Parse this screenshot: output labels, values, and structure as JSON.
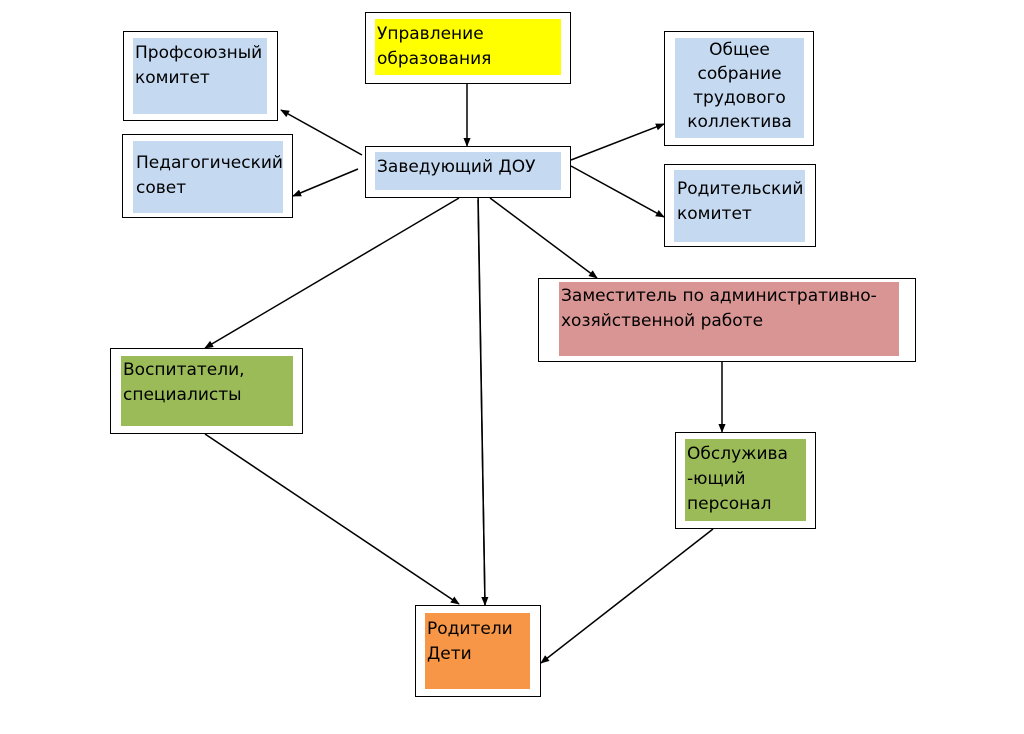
{
  "colors": {
    "blue": "#c5d9f1",
    "yellow": "#ffff00",
    "pink": "#d99594",
    "green": "#9bbb59",
    "orange": "#f79646"
  },
  "nodes": {
    "upravlenie": {
      "lines": [
        "Управление",
        "образования"
      ]
    },
    "profsoyuz": {
      "lines": [
        "Профсоюзный",
        "комитет"
      ]
    },
    "pedsovet": {
      "lines": [
        "Педагогический",
        "совет"
      ]
    },
    "zaveduyushchiy": {
      "lines": [
        "Заведующий ДОУ"
      ]
    },
    "obshchee": {
      "lines": [
        "Общее",
        "собрание",
        "трудового",
        "коллектива"
      ]
    },
    "roditelskiy": {
      "lines": [
        "Родительский",
        "комитет"
      ]
    },
    "zamestitel": {
      "lines": [
        "Заместитель по административно-",
        "хозяйственной работе"
      ]
    },
    "vospitateli": {
      "lines": [
        "Воспитатели,",
        "специалисты"
      ]
    },
    "obsluzhivayushchiy": {
      "lines": [
        "Обслужива",
        "-ющий",
        "персонал"
      ]
    },
    "roditeli": {
      "lines": [
        "Родители",
        "Дети"
      ]
    }
  }
}
